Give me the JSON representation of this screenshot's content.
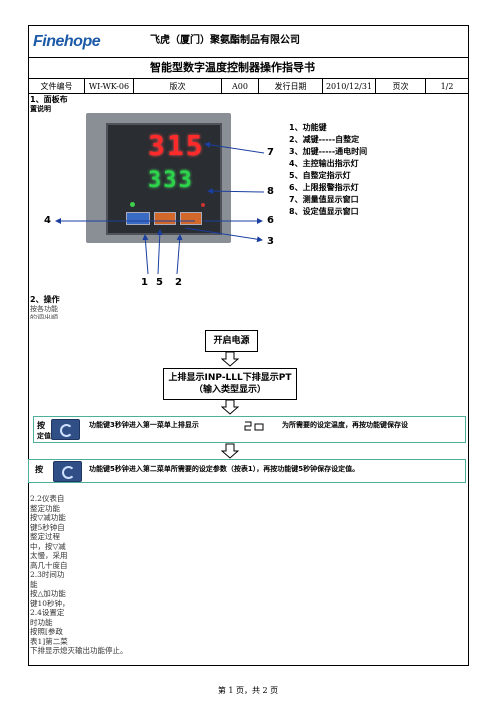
{
  "header": {
    "logo_text": "Finehope",
    "company": "飞虎（厦门）聚氨酯制品有限公司",
    "doc_title": "智能型数字温度控制器操作指导书"
  },
  "info_row": {
    "doc_no_label": "文件编号",
    "doc_no_value": "WI-WK-06",
    "version_label": "版次",
    "version_value": "A00",
    "date_label": "发行日期",
    "date_value": "2010/12/31",
    "page_label": "页次",
    "page_value": "1/2"
  },
  "section1": {
    "title": "1、面板布",
    "subtitle": "置说明",
    "display_pv": "315",
    "display_sv": "333",
    "legend": [
      "1、功能键",
      "2、减键-----自整定",
      "3、加键-----通电时间",
      "4、主控输出指示灯",
      "5、自整定指示灯",
      "6、上限报警指示灯",
      "7、测量值显示窗口",
      "8、设定值显示窗口"
    ],
    "callouts": {
      "c7": "7",
      "c8": "8",
      "c4": "4",
      "c6": "6",
      "c3": "3",
      "c1": "1",
      "c5": "5",
      "c2": "2"
    }
  },
  "section2": {
    "title": "2、操作",
    "sub1": "按各功能",
    "sub2": "的调出顺",
    "flow_power": "开启电源",
    "flow_display_1": "上排显示INP-LLL下排显示PT",
    "flow_display_2": "（输入类型显示）",
    "step1_prefix": "按",
    "step1_text": "功能键3秒钟进入第一菜单上排显示",
    "step1_tail": "为所需要的设定温度，再按功能键保存设",
    "step1_line2": "定值",
    "step2_prefix": "按",
    "step2_text": "功能键5秒钟进入第二菜单所需要的设定参数（按表1），再按功能键5秒钟保存设定值。"
  },
  "notes": [
    "2.2仪表自",
    "整定功能",
    "按▽减功能",
    "键5秒钟自",
    "整定过程",
    "中，按▽减",
    "太慢，采用",
    "高几十度自",
    "2.3时间功",
    "能",
    "按△加功能",
    "键10秒钟，",
    "2.4设置定",
    "时功能",
    "按照[参政",
    "表1]第二菜",
    "下排显示熄灭输出功能停止。"
  ],
  "footer": {
    "page_text": "第 1 页，共 2 页"
  }
}
